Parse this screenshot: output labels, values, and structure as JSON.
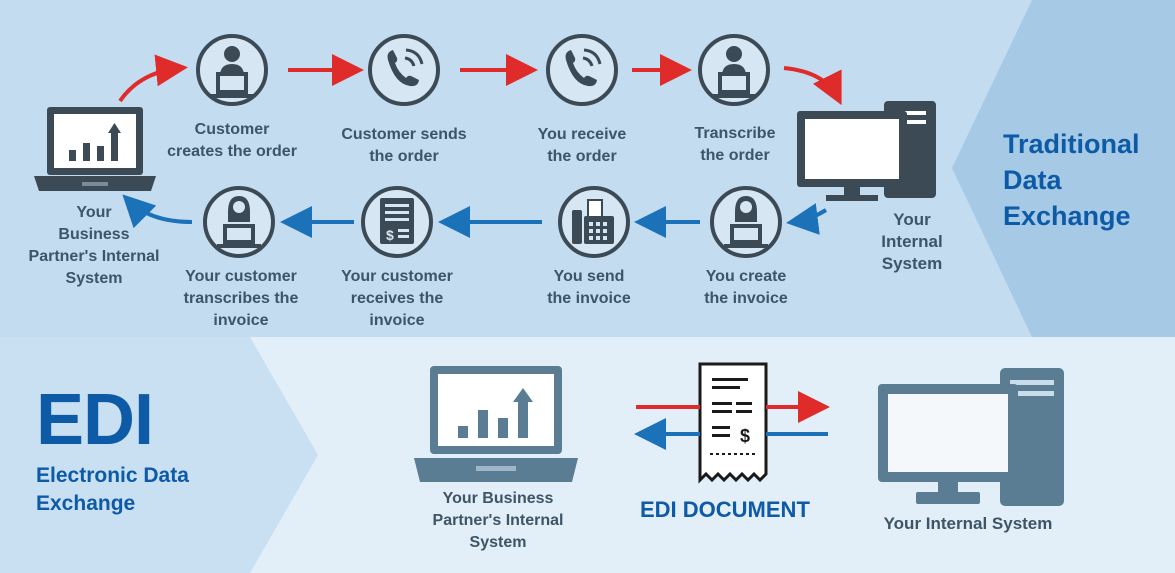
{
  "top_section": {
    "title": "Traditional\nData\nExchange",
    "partner_system_label": "Your\nBusiness\nPartner's Internal\nSystem",
    "internal_system_label": "Your\nInternal\nSystem",
    "order_steps": [
      {
        "label": "Customer\ncreates the order",
        "icon": "person-laptop-icon"
      },
      {
        "label": "Customer sends\nthe order",
        "icon": "phone-icon"
      },
      {
        "label": "You receive\nthe order",
        "icon": "phone-icon"
      },
      {
        "label": "Transcribe\nthe order",
        "icon": "person-laptop-icon"
      }
    ],
    "invoice_steps": [
      {
        "label": "You create\nthe invoice",
        "icon": "woman-laptop-icon"
      },
      {
        "label": "You send\nthe invoice",
        "icon": "fax-icon"
      },
      {
        "label": "Your customer\nreceives the\ninvoice",
        "icon": "invoice-icon"
      },
      {
        "label": "Your customer\ntranscribes the\ninvoice",
        "icon": "woman-laptop-icon"
      }
    ]
  },
  "bottom_section": {
    "edi_title": "EDI",
    "edi_subtitle": "Electronic Data\nExchange",
    "partner_system_label": "Your Business\nPartner's Internal\nSystem",
    "document_label": "EDI DOCUMENT",
    "internal_system_label": "Your Internal System"
  },
  "colors": {
    "top_bg": "#c3dcf0",
    "top_panel_right": "#a6c9e6",
    "bottom_bg": "#e2eef8",
    "bottom_panel_left": "#c9e0f2",
    "accent_blue": "#0d5aa7",
    "red_arrow": "#e02b2b",
    "blue_arrow": "#1c72b8",
    "icon_dark": "#3c4a55",
    "icon_slate": "#5a7d94"
  }
}
